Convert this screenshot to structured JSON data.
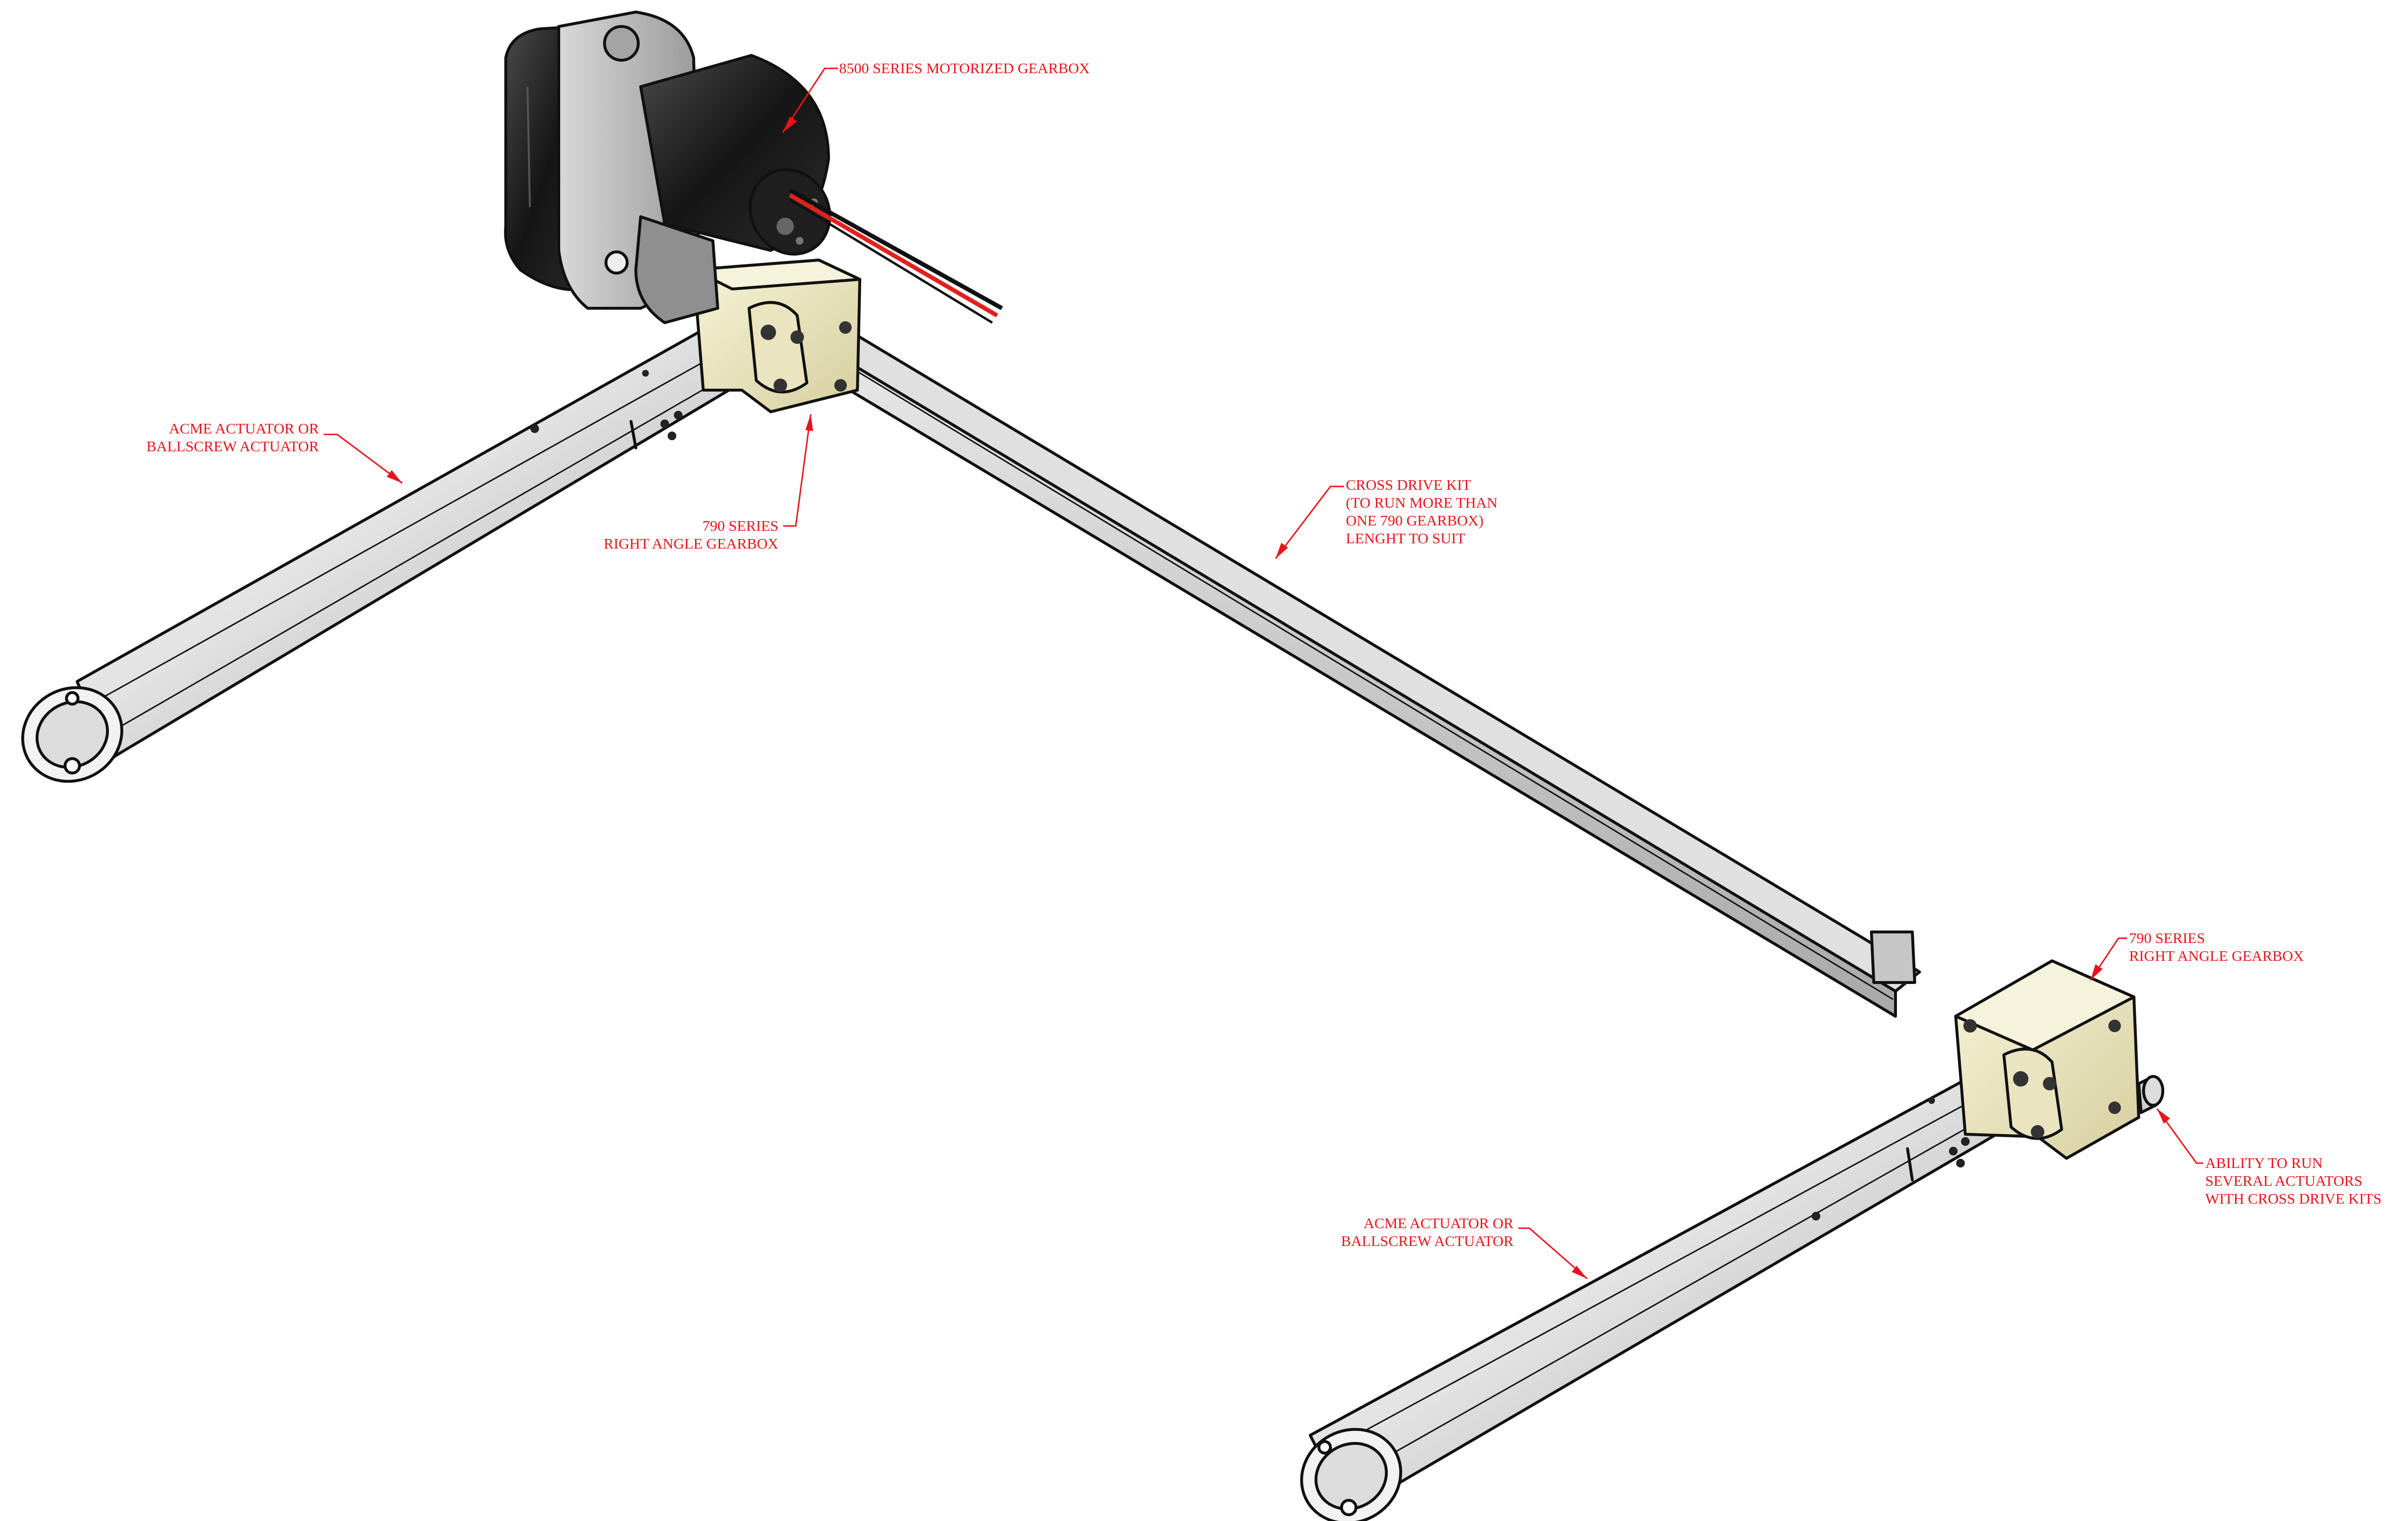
{
  "colors": {
    "callout": "#e8141b",
    "tube_light": "#f4f4f4",
    "tube_mid": "#cfcfcf",
    "tube_dark": "#8d8d8d",
    "gearbox_body": "#f2eecb",
    "gearbox_shade": "#d9d3a6",
    "motor_black": "#1b1b1b",
    "motor_housing": "#b9b9b9",
    "wire_red": "#e0221f"
  },
  "callouts": {
    "motorized_gearbox": {
      "lines": [
        "8500 SERIES MOTORIZED GEARBOX"
      ]
    },
    "actuator_left": {
      "lines": [
        "ACME ACTUATOR OR",
        "BALLSCREW ACTUATOR"
      ]
    },
    "gearbox_left": {
      "lines": [
        "790 SERIES",
        "RIGHT ANGLE GEARBOX"
      ]
    },
    "cross_drive": {
      "lines": [
        "CROSS DRIVE KIT",
        "(TO RUN MORE THAN",
        "ONE 790 GEARBOX)",
        "LENGHT TO SUIT"
      ]
    },
    "gearbox_right": {
      "lines": [
        "790 SERIES",
        "RIGHT ANGLE GEARBOX"
      ]
    },
    "several_actuators": {
      "lines": [
        "ABILITY TO RUN",
        "SEVERAL ACTUATORS",
        "WITH CROSS DRIVE KITS"
      ]
    },
    "actuator_right": {
      "lines": [
        "ACME ACTUATOR OR",
        "BALLSCREW ACTUATOR"
      ]
    }
  }
}
